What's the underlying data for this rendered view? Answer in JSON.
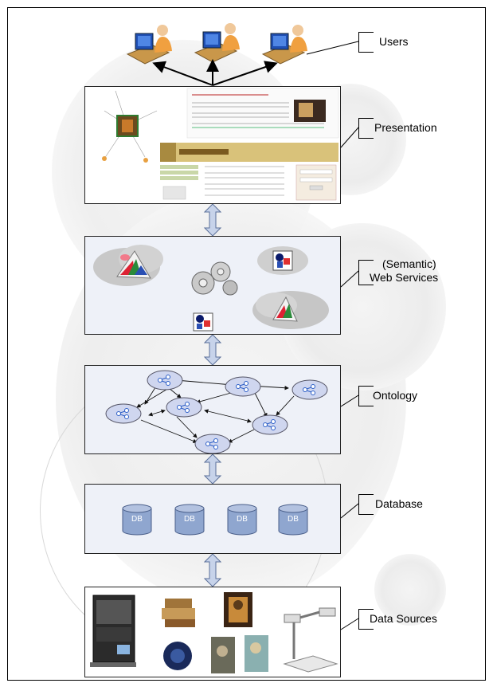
{
  "tiers": {
    "users": "Users",
    "presentation": "Presentation",
    "services_line1": "(Semantic)",
    "services_line2": "Web Services",
    "ontology": "Ontology",
    "database": "Database",
    "sources": "Data Sources"
  },
  "database_items": [
    "DB",
    "DB",
    "DB",
    "DB"
  ],
  "icons": {
    "user": "user-at-computer-icon",
    "service": "prism-service-icon",
    "gears": "gears-icon",
    "shapes": "shapes-service-icon",
    "ontology_node": "graph-node-icon",
    "database": "database-cylinder-icon"
  },
  "colors": {
    "layer_fill": "#eef1f8",
    "node_fill": "#cfd6ef",
    "db_fill": "#8fa6cf",
    "arrow_fill": "#c7d3ea",
    "arrow_stroke": "#5a6f99"
  }
}
